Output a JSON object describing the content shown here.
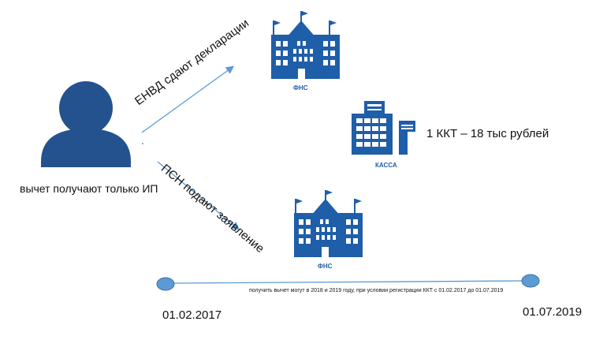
{
  "person": {
    "icon": "person-icon",
    "caption": "вычет получают только ИП"
  },
  "arrows": {
    "envd_label": "ЕНВД сдают декларации",
    "psn_label": "ПСН подают заявление"
  },
  "fns_top": {
    "icon": "government-building-icon",
    "label": "ФНС"
  },
  "fns_bottom": {
    "icon": "government-building-icon",
    "label": "ФНС"
  },
  "kassa": {
    "icon": "cash-register-icon",
    "label": "КАССА",
    "cost_text": "1 ККТ – 18 тыс рублей"
  },
  "timeline": {
    "note": "получить вычет могут в 2018 и  2019 году, при условии  регистрации ККТ с 01.02.2017 до 01.07.2019",
    "start_date": "01.02.2017",
    "end_date": "01.07.2019"
  },
  "colors": {
    "icon_blue": "#1f5ea8",
    "person_blue": "#23528e",
    "arrow_blue": "#5b9bd5",
    "dot_blue": "#5b9bd5",
    "dot_border": "#41719c"
  }
}
